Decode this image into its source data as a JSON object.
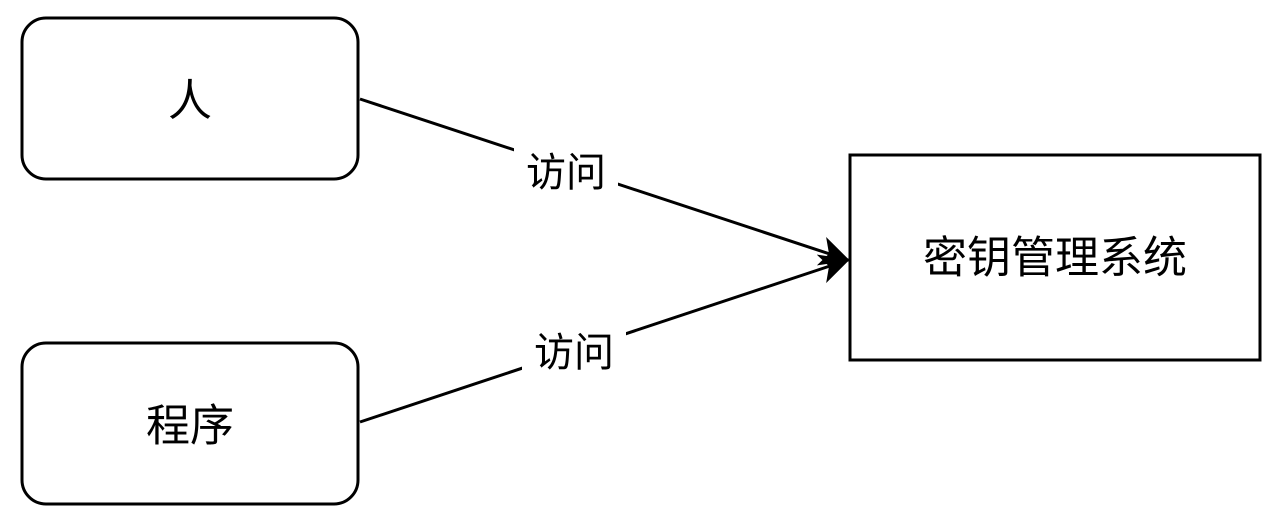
{
  "nodes": {
    "person": {
      "label": "人"
    },
    "program": {
      "label": "程序"
    },
    "kms": {
      "label": "密钥管理系统"
    }
  },
  "edges": {
    "person_to_kms": {
      "label": "访问"
    },
    "program_to_kms": {
      "label": "访问"
    }
  },
  "colors": {
    "stroke": "#000000",
    "background": "#ffffff"
  }
}
